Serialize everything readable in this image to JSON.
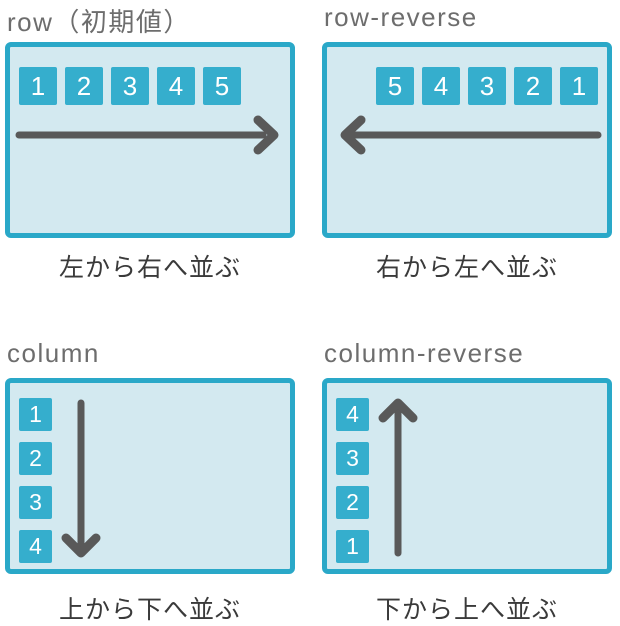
{
  "colors": {
    "page_bg": "#ffffff",
    "item_bg": "#35aecd",
    "item_text": "#ffffff",
    "box_border": "#2aa8c8",
    "box_bg": "#d3e9f0",
    "arrow": "#595959",
    "title_text": "#6d6d6d",
    "caption_text": "#3a3a3a"
  },
  "panels": [
    {
      "title": "row（初期値）",
      "direction": "row",
      "items": [
        "1",
        "2",
        "3",
        "4",
        "5"
      ],
      "arrow": "right",
      "caption": "左から右へ並ぶ"
    },
    {
      "title": "row-reverse",
      "direction": "row-reverse",
      "items": [
        "5",
        "4",
        "3",
        "2",
        "1"
      ],
      "arrow": "left",
      "caption": "右から左へ並ぶ"
    },
    {
      "title": "column",
      "direction": "column",
      "items": [
        "1",
        "2",
        "3",
        "4"
      ],
      "arrow": "down",
      "caption": "上から下へ並ぶ"
    },
    {
      "title": "column-reverse",
      "direction": "column-reverse",
      "items": [
        "4",
        "3",
        "2",
        "1"
      ],
      "arrow": "up",
      "caption": "下から上へ並ぶ"
    }
  ]
}
